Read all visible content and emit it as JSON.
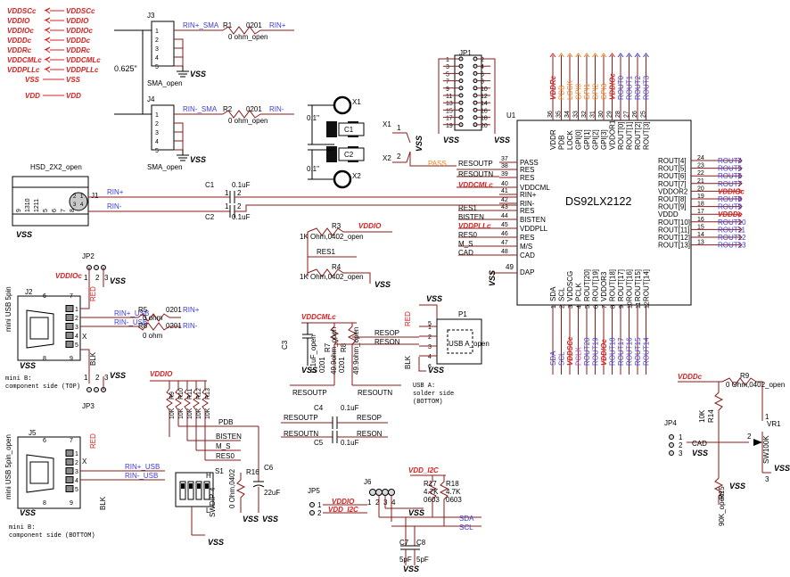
{
  "colors": {
    "wire": "#8b1a1a",
    "net_blue": "#3b3bd6",
    "power_red": "#d92020",
    "orange": "#f08020",
    "purple": "#b040b0",
    "green": "#2a8a2a",
    "black": "#000000"
  },
  "power_legend": [
    "VDDSCc",
    "VDDIO",
    "VDDIOc",
    "VDDDc",
    "VDDRc",
    "VDDCMLc",
    "VDDPLLc"
  ],
  "power_legend_left": [
    "VDDSCc",
    "VDDIO",
    "VDDIOc",
    "VDDDc",
    "VDDRc",
    "VDDCMLc",
    "VDDPLLc"
  ],
  "vss_vdd_legend": {
    "vss": "VSS",
    "vdd": "VDD"
  },
  "ic": {
    "ref": "U1",
    "name": "DS92LX2122",
    "left_pins": [
      {
        "num": "37",
        "name": "PASS"
      },
      {
        "num": "38",
        "name": "RES"
      },
      {
        "num": "39",
        "name": "RES"
      },
      {
        "num": "40",
        "name": "VDDCML"
      },
      {
        "num": "41",
        "name": "RIN+"
      },
      {
        "num": "42",
        "name": "RIN-"
      },
      {
        "num": "43",
        "name": "RES"
      },
      {
        "num": "44",
        "name": "BISTEN"
      },
      {
        "num": "45",
        "name": "VDDPLL"
      },
      {
        "num": "46",
        "name": "RES"
      },
      {
        "num": "47",
        "name": "M/S"
      },
      {
        "num": "48",
        "name": "CAD"
      }
    ],
    "dap": {
      "num": "49",
      "name": "DAP"
    },
    "right_pins": [
      {
        "num": "24",
        "name": "ROUT[4]",
        "net": "ROUT4"
      },
      {
        "num": "23",
        "name": "ROUT[5]",
        "net": "ROUT5"
      },
      {
        "num": "22",
        "name": "ROUT[6]",
        "net": "ROUT6"
      },
      {
        "num": "21",
        "name": "ROUT[7]",
        "net": "ROUT7"
      },
      {
        "num": "20",
        "name": "VDDOR2",
        "net": "VDDIOc"
      },
      {
        "num": "19",
        "name": "ROUT[8]",
        "net": "ROUT8"
      },
      {
        "num": "18",
        "name": "ROUT[9]",
        "net": "ROUT9"
      },
      {
        "num": "17",
        "name": "VDDD",
        "net": "VDDDc"
      },
      {
        "num": "16",
        "name": "ROUT[10]",
        "net": "ROUT10"
      },
      {
        "num": "15",
        "name": "ROUT[11]",
        "net": "ROUT11"
      },
      {
        "num": "14",
        "name": "ROUT[12]",
        "net": "ROUT12"
      },
      {
        "num": "13",
        "name": "ROUT[13]",
        "net": "ROUT13"
      }
    ],
    "top_pins": [
      {
        "num": "36",
        "name": "VDDR",
        "net": "VDDRc"
      },
      {
        "num": "35",
        "name": "PDB",
        "net": "PDB"
      },
      {
        "num": "34",
        "name": "LOCK",
        "net": "LOCK"
      },
      {
        "num": "33",
        "name": "GPI[0]",
        "net": "GPI0"
      },
      {
        "num": "32",
        "name": "GPI[1]",
        "net": "GPI1"
      },
      {
        "num": "31",
        "name": "GPI[2]",
        "net": "GPI2"
      },
      {
        "num": "30",
        "name": "GPI[3]",
        "net": "GPI3"
      },
      {
        "num": "29",
        "name": "VDDOR1",
        "net": "VDDIOc"
      },
      {
        "num": "28",
        "name": "ROUT[0]",
        "net": "ROUT0"
      },
      {
        "num": "27",
        "name": "ROUT[1]",
        "net": "ROUT1"
      },
      {
        "num": "26",
        "name": "ROUT[2]",
        "net": "ROUT2"
      },
      {
        "num": "25",
        "name": "ROUT[3]",
        "net": "ROUT3"
      }
    ],
    "bottom_pins": [
      {
        "num": "1",
        "name": "SDA",
        "net": "SDA"
      },
      {
        "num": "2",
        "name": "SCL",
        "net": "SCL"
      },
      {
        "num": "3",
        "name": "VDDSCG",
        "net": "VDDSCc"
      },
      {
        "num": "4",
        "name": "PCLK",
        "net": "PCLK"
      },
      {
        "num": "5",
        "name": "ROUT[20]",
        "net": "ROUT20"
      },
      {
        "num": "6",
        "name": "ROUT[19]",
        "net": "ROUT19"
      },
      {
        "num": "7",
        "name": "VDDOR3",
        "net": "VDDIOc"
      },
      {
        "num": "8",
        "name": "ROUT[18]",
        "net": "ROUT18"
      },
      {
        "num": "9",
        "name": "ROUT[17]",
        "net": "ROUT17"
      },
      {
        "num": "10",
        "name": "ROUT[16]",
        "net": "ROUT16"
      },
      {
        "num": "11",
        "name": "ROUT[15]",
        "net": "ROUT15"
      },
      {
        "num": "12",
        "name": "ROUT[14]",
        "net": "ROUT14"
      }
    ]
  },
  "j3": {
    "ref": "J3",
    "label": "SMA_open",
    "pins": [
      "1",
      "2",
      "3",
      "4",
      "5"
    ],
    "net": "RIN+_SMA"
  },
  "j4": {
    "ref": "J4",
    "label": "SMA_open",
    "pins": [
      "1",
      "2",
      "3",
      "4",
      "5"
    ],
    "net": "RIN-_SMA"
  },
  "dim_0625": "0.625\"",
  "r1": {
    "ref": "R1",
    "pkg": "0201",
    "value": "0 ohm_open",
    "net": "RIN+"
  },
  "r2": {
    "ref": "R2",
    "pkg": "0201",
    "value": "0 ohm_open",
    "net": "RIN-"
  },
  "jp1": {
    "ref": "JP1",
    "left": [
      "1",
      "3",
      "5",
      "7",
      "9",
      "11",
      "13",
      "15",
      "17",
      "19"
    ],
    "right": [
      "2",
      "4",
      "6",
      "8",
      "10",
      "12",
      "14",
      "16",
      "18",
      "20"
    ]
  },
  "x1": {
    "ref": "X1",
    "pin": "1"
  },
  "x2": {
    "ref": "X2",
    "pin": "2"
  },
  "c1box": "C1",
  "c2box": "C2",
  "dim_01a": "0.1\"",
  "dim_01b": "0.1\"",
  "pass_net": "PASS",
  "res_nets": {
    "resoutp": "RESOUTP",
    "resoutn": "RESOUTN",
    "vddcmlc": "VDDCMLc",
    "res1": "RES1",
    "bisten": "BISTEN",
    "vddpllc": "VDDPLLc",
    "res0": "RES0",
    "m_s": "M_S",
    "cad": "CAD"
  },
  "j1": {
    "ref": "J1",
    "label": "HSD_2X2_open",
    "pins": [
      "9",
      "1310",
      "1211",
      "5",
      "6",
      "7",
      "8"
    ],
    "inner": [
      "2",
      "1",
      "3",
      "4"
    ],
    "rin_p": "RIN+",
    "rin_n": "RIN-"
  },
  "c1": {
    "ref": "C1",
    "value": "0.1uF",
    "p1": "1",
    "p2": "2"
  },
  "c2": {
    "ref": "C2",
    "value": "0.1uF",
    "p1": "1",
    "p2": "2"
  },
  "r3": {
    "ref": "R3",
    "value": "1K Ohm,0402_open",
    "net": "VDDIO"
  },
  "r4": {
    "ref": "R4",
    "value": "1K Ohm,0402_open"
  },
  "res1_label": "RES1",
  "jp2": {
    "ref": "JP2",
    "pins": [
      "1",
      "2",
      "3"
    ]
  },
  "jp3": {
    "ref": "JP3",
    "pins": [
      "1",
      "2",
      "3"
    ]
  },
  "j2": {
    "ref": "J2",
    "label": "mini USB 5pin",
    "pins": [
      "1",
      "2",
      "3",
      "4",
      "5"
    ],
    "x": "X",
    "note1": "mini B:",
    "note2": "component side (TOP)"
  },
  "r5": {
    "ref": "R5",
    "pkg": "0201",
    "value": "0 ohm",
    "net": "RIN+",
    "net_in": "RIN+_USB"
  },
  "r6": {
    "ref": "R6",
    "pkg": "0201",
    "value": "0 ohm",
    "net": "RIN-",
    "net_in": "RIN-_USB"
  },
  "red_lbl": "RED",
  "blk_lbl": "BLK",
  "c3": {
    "ref": "C3",
    "value": "0.1uF_open",
    "net": "VDDCMLc"
  },
  "r7": {
    "ref": "R7",
    "value": "49.9ohm_open",
    "pkg": "0201"
  },
  "r8": {
    "ref": "R8",
    "value": "49.9ohm_open",
    "pkg": "0201"
  },
  "resop_lbl": "RESOP",
  "reson_lbl": "RESON",
  "p1": {
    "ref": "P1",
    "label": "USB A_open",
    "pins": [
      "1",
      "2",
      "3",
      "4",
      "5",
      "6"
    ],
    "note1": "USB A:",
    "note2": "solder side",
    "note3": "(BOTTOM)"
  },
  "resoutp_lbl": "RESOUTP",
  "resoutn_lbl": "RESOUTN",
  "c4": {
    "ref": "C4",
    "value": "0.1uF",
    "in": "RESOUTP",
    "out": "RESOP"
  },
  "c5": {
    "ref": "C5",
    "value": "0.1uF",
    "in": "RESOUTN",
    "out": "RESON"
  },
  "j5": {
    "ref": "J5",
    "label": "mini USB 5pin_open",
    "pins": [
      "1",
      "2",
      "3",
      "4",
      "5"
    ],
    "x": "X",
    "note1": "mini B:",
    "note2": "component side (BOTTOM)",
    "net_p": "RIN+_USB",
    "net_n": "RIN-_USB"
  },
  "vddio_lbl": "VDDIO",
  "rpack": {
    "refs": [
      "R9",
      "R10",
      "R11",
      "R12",
      "R13"
    ],
    "values": [
      "10K",
      "10K",
      "10K",
      "10K",
      "10K"
    ]
  },
  "s1": {
    "ref": "S1",
    "label": "SWDIP-4",
    "h": "H",
    "l": "L",
    "nets": [
      "PDB",
      "BISTEN",
      "M_S",
      "RES0"
    ]
  },
  "r16": {
    "ref": "R16",
    "value": "0 Ohm,0402"
  },
  "c6": {
    "ref": "C6",
    "value": "22uF"
  },
  "jp5": {
    "ref": "JP5",
    "pins": [
      "1",
      "2"
    ],
    "nets": [
      "VDDIO",
      "VDD_I2C"
    ]
  },
  "j6": {
    "ref": "J6",
    "pins": [
      "1",
      "2",
      "3",
      "4"
    ]
  },
  "i2c": {
    "vdd": "VDD_I2C",
    "r17": "R17",
    "r18": "R18",
    "val": "4.7K",
    "pkg": "0603",
    "sda": "SDA",
    "scl": "SCL"
  },
  "c7": {
    "ref": "C7",
    "value": "5pF"
  },
  "c8": {
    "ref": "C8",
    "value": "5pF"
  },
  "vddc_lbl": "VDDDc",
  "r9b": {
    "ref": "R9",
    "value": "0 Ohm,0402_open"
  },
  "r14": {
    "ref": "R14",
    "value": "10K"
  },
  "r15": {
    "ref": "R15",
    "value": "90K_open"
  },
  "vr1": {
    "ref": "VR1",
    "value": "SW100K",
    "p1": "1",
    "p2": "2",
    "p3": "3"
  },
  "jp4": {
    "ref": "JP4",
    "pins": [
      "1",
      "2",
      "3"
    ],
    "net": "CAD",
    "vss": "VSS"
  },
  "vss": "VSS",
  "nets_right": [
    "ROUT4",
    "ROUT5",
    "ROUT6",
    "ROUT7",
    "VDDIOc",
    "ROUT8",
    "ROUT9",
    "VDDDc",
    "ROUT10",
    "ROUT11",
    "ROUT12",
    "ROUT13"
  ],
  "top_nets": [
    "VDDRc",
    "PDB",
    "LOCK",
    "GPI0",
    "GPI1",
    "GPI2",
    "GPI3",
    "VDDIOc",
    "ROUT0",
    "ROUT1",
    "ROUT2",
    "ROUT3"
  ],
  "bottom_nets": [
    "SDA",
    "SCL",
    "VDDSCc",
    "PCLK",
    "ROUT20",
    "ROUT19",
    "VDDIOc",
    "ROUT18",
    "ROUT17",
    "ROUT16",
    "ROUT15",
    "ROUT14"
  ]
}
